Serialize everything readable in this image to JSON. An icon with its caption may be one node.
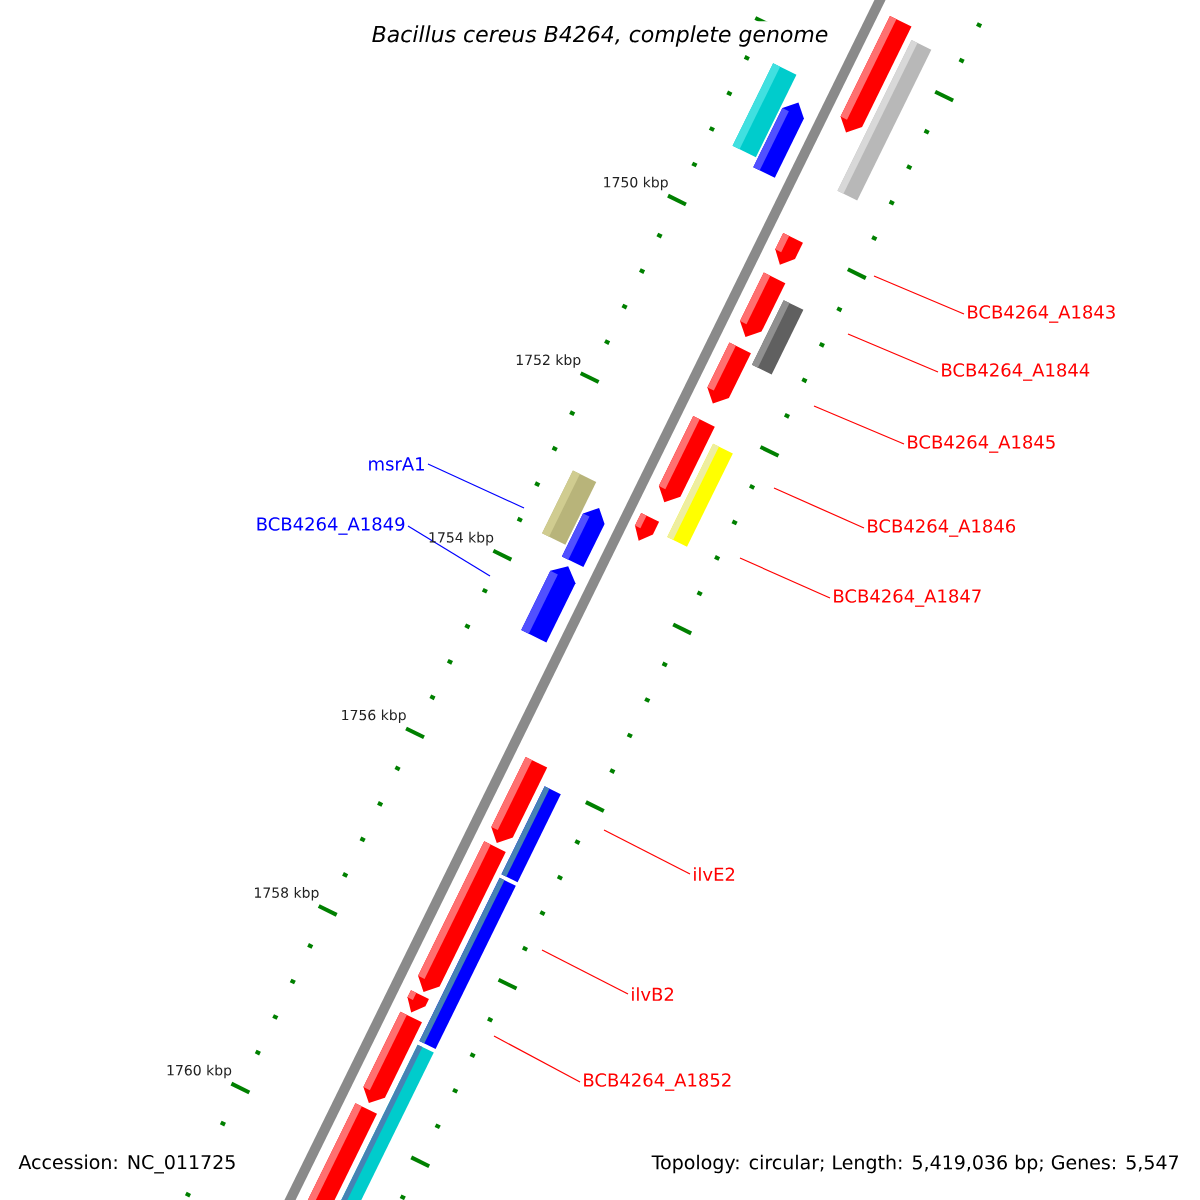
{
  "diagram": {
    "title": "Bacillus cereus B4264, complete genome",
    "nodes": [
      {
        "text": [
          "BCB4264_A1843"
        ]
      },
      {
        "text": [
          "BCB4264_A1844"
        ]
      },
      {
        "text": [
          "BCB4264_A1845"
        ]
      },
      {
        "text": [
          "BCB4264_A1846"
        ]
      },
      {
        "text": [
          "BCB4264_A1847"
        ]
      },
      {
        "text": [
          "msrA1"
        ]
      },
      {
        "text": [
          "BCB4264_A1849"
        ]
      },
      {
        "text": [
          "ilvE2"
        ]
      },
      {
        "text": [
          "ilvB2"
        ]
      },
      {
        "text": [
          "BCB4264_A1852"
        ]
      }
    ],
    "edges": [
      {
        "from": 0,
        "to": null,
        "arrow": "none"
      },
      {
        "from": 1,
        "to": null,
        "arrow": "none"
      },
      {
        "from": 2,
        "to": null,
        "arrow": "none"
      },
      {
        "from": 3,
        "to": null,
        "arrow": "none"
      },
      {
        "from": 4,
        "to": null,
        "arrow": "none"
      },
      {
        "from": 5,
        "to": null,
        "arrow": "none",
        "color": "#0000ff"
      },
      {
        "from": 6,
        "to": null,
        "arrow": "none",
        "color": "#0000ff"
      },
      {
        "from": 7,
        "to": null,
        "arrow": "none"
      },
      {
        "from": 8,
        "to": null,
        "arrow": "none"
      },
      {
        "from": 9,
        "to": null,
        "arrow": "none"
      }
    ],
    "labels": [
      "1750 kbp",
      "1752 kbp",
      "1754 kbp",
      "1756 kbp",
      "1758 kbp",
      "1760 kbp",
      "Accession: NC_011725",
      "Topology: circular; Length: 5,419,036 bp; Genes: 5,547"
    ]
  }
}
